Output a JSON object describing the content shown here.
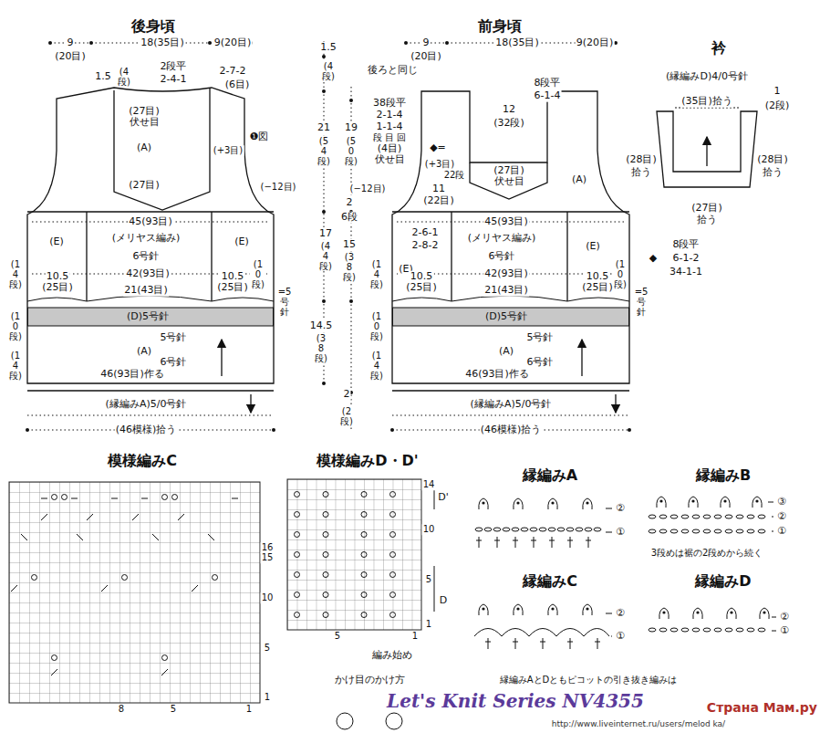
{
  "diagram": {
    "nodes": [
      {
        "text": [
          "後身頃"
        ]
      },
      {
        "text": [
          "前身頃"
        ]
      },
      {
        "text": [
          "衿"
        ]
      },
      {
        "text": [
          "模様編みC"
        ]
      },
      {
        "text": [
          "模様編みD・D'"
        ]
      },
      {
        "text": [
          "縁編みA"
        ]
      },
      {
        "text": [
          "縁編みB"
        ]
      },
      {
        "text": [
          "縁編みC"
        ]
      },
      {
        "text": [
          "縁編みD"
        ]
      }
    ],
    "labels": [
      "9",
      "(20目)",
      "18(35目)",
      "9(20目)",
      "1.5",
      "(4段)",
      "2段平",
      "2-4-1",
      "2-7-2",
      "(6目)",
      "(27目)",
      "伏せ目",
      "(A)",
      "(+3目)",
      "❶図",
      "(−12目)",
      "(27目)",
      "45(93目)",
      "(E)",
      "(メリヤス編み)",
      "(E)",
      "6号針",
      "(14段)",
      "42(93目)",
      "(10段)",
      "10.5",
      "(25目)",
      "21(43目)",
      "10.5",
      "(25目)",
      "=5号針",
      "(D)5号針",
      "(10段)",
      "5号針",
      "(A)",
      "(14段)",
      "6号針",
      "46(93目)作る",
      "(縁編みA)5/0号針",
      "(46模様)拾う",
      "1.5",
      "(4段)",
      "21",
      "(54段)",
      "19",
      "(50段)",
      "17",
      "(44段)",
      "2",
      "6段",
      "15",
      "(38段)",
      "14.5",
      "(38段)",
      "2",
      "(2段)",
      "9",
      "(20目)",
      "18(35目)",
      "9(20目)",
      "後ろと同じ",
      "8段平",
      "6-1-4",
      "38段平",
      "2-1-4",
      "1-1-4",
      "段 目 回",
      "(4目)",
      "伏せ目",
      "◆=",
      "(+3目)",
      "12",
      "(32段)",
      "22段",
      "(27目)",
      "伏せ目",
      "(A)",
      "(−12目)",
      "11",
      "(22目)",
      "45(93目)",
      "2-6-1",
      "2-8-2",
      "(メリヤス編み)",
      "(E)",
      "6号針",
      "(E)",
      "(14段)",
      "42(93目)",
      "(10段)",
      "8段平",
      "◆",
      "6-1-2",
      "34-1-1",
      "10.5",
      "(25目)",
      "21(43目)",
      "10.5",
      "(25目)",
      "=5号針",
      "(D)5号針",
      "(10段)",
      "5号針",
      "(A)",
      "(14段)",
      "6号針",
      "46(93目)作る",
      "(縁編みA)5/0号針",
      "(46模様)拾う",
      "(縁編みD)4/0号針",
      "(35目)拾う",
      "1",
      "(2段)",
      "(28目)",
      "拾う",
      "(28目)",
      "拾う",
      "(27目)",
      "拾う",
      "16",
      "15",
      "10",
      "5",
      "1",
      "8",
      "5",
      "1",
      "D'",
      "D",
      "14",
      "10",
      "5",
      "1",
      "5",
      "1",
      "編み始め",
      "②",
      "①",
      "③",
      "②",
      "①",
      "3段めは裾の2段めから続く",
      "②",
      "①",
      "②",
      "①",
      "かけ目のかけ方",
      "縁編みAとDともピコットの引き抜き編みは",
      "Let's Knit Series NV4355",
      "Страна Мам.ру",
      "http://www.liveinternet.ru/users/melod ka/"
    ]
  }
}
